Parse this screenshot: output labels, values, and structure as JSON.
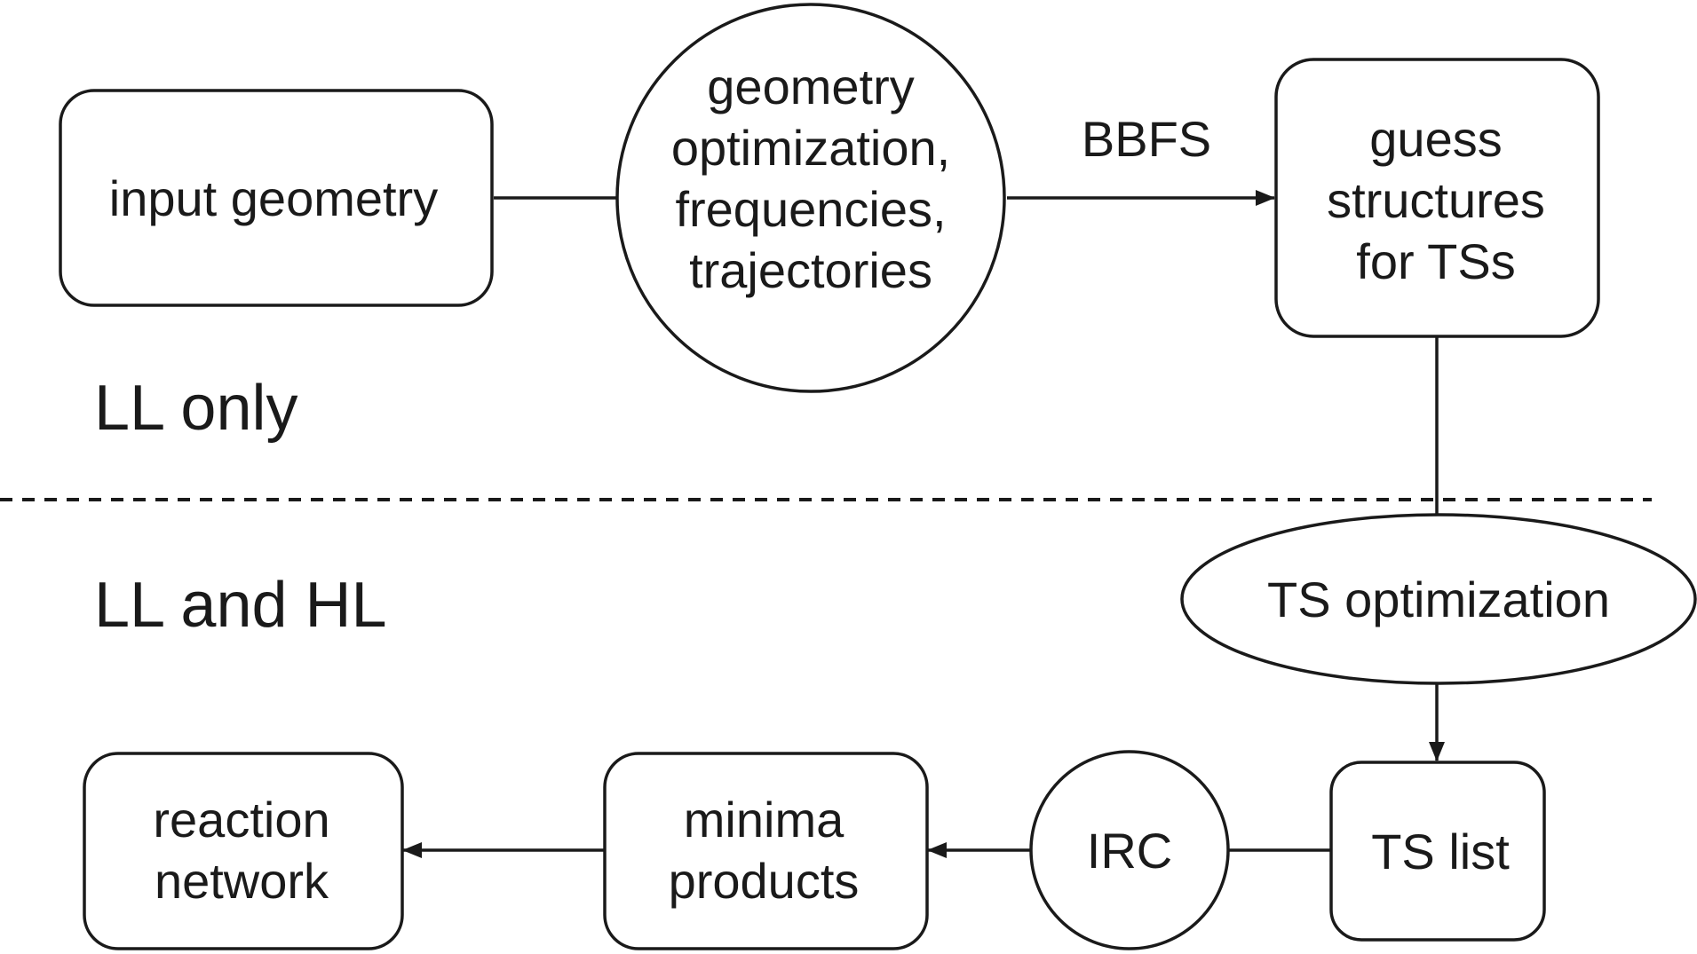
{
  "regions": {
    "upper": "LL only",
    "lower": "LL and HL"
  },
  "nodes": {
    "input_geometry": "input geometry",
    "geometry_optimization": [
      "geometry",
      "optimization,",
      "frequencies,",
      "trajectories"
    ],
    "guess_structures": [
      "guess",
      "structures",
      "for TSs"
    ],
    "ts_optimization": "TS optimization",
    "ts_list": "TS list",
    "irc": "IRC",
    "minima_products": [
      "minima",
      "products"
    ],
    "reaction_network": [
      "reaction",
      "network"
    ]
  },
  "edges": {
    "bbfs": "BBFS"
  },
  "colors": {
    "stroke": "#1a1a1a",
    "background": "#ffffff"
  }
}
